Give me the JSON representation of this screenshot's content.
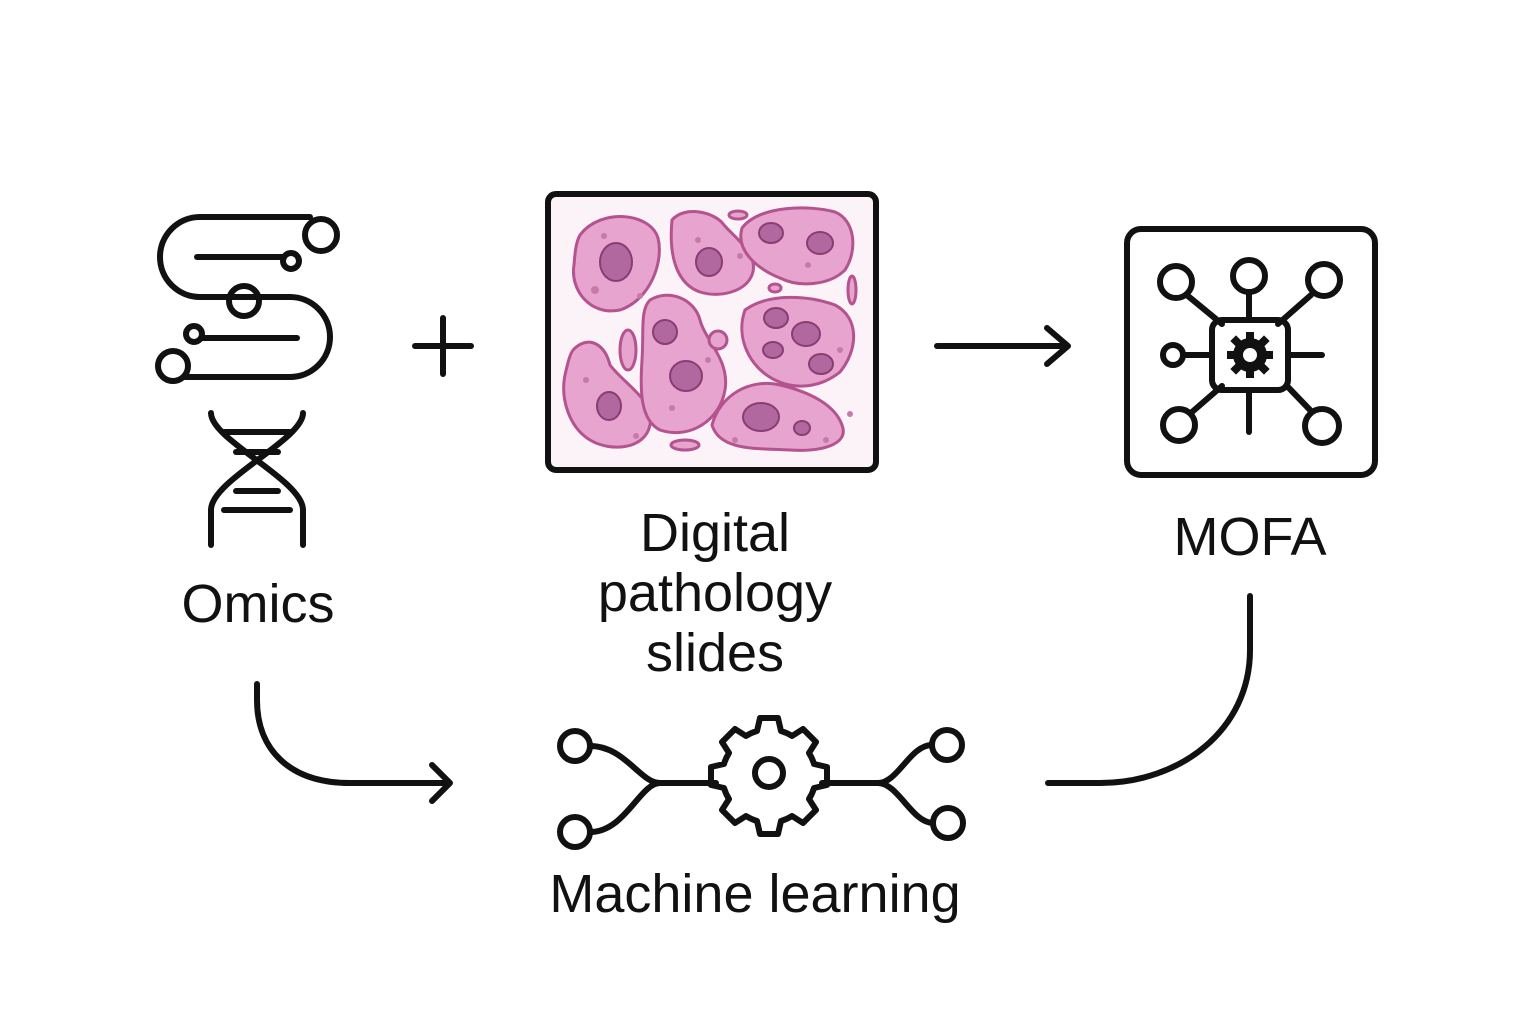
{
  "labels": {
    "omics": "Omics",
    "pathology_line1": "Digital",
    "pathology_line2": "pathology",
    "pathology_line3": "slides",
    "mofa": "MOFA",
    "machine_learning": "Machine learning"
  },
  "icons": {
    "omics_top": "circuit-strand-icon",
    "omics_bottom": "dna-helix-icon",
    "plus": "plus-icon",
    "pathology": "tissue-slide-icon",
    "mofa": "network-chip-icon",
    "machine_learning": "gear-network-icon"
  },
  "colors": {
    "stroke": "#111111",
    "background": "#ffffff",
    "tissue_fill": "#e6a4cf",
    "tissue_edge": "#b4538e",
    "nucleus_fill": "#b0689f",
    "slide_bg": "#fbf3f8"
  }
}
